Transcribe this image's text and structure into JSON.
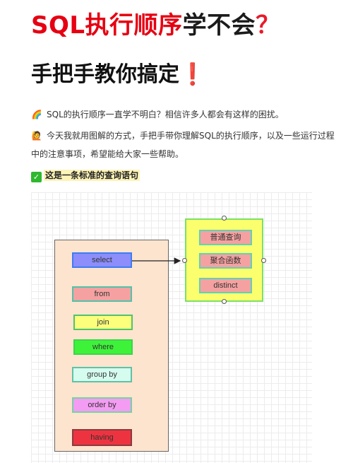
{
  "header": {
    "title_part1": "SQL执行顺序",
    "title_part2": "学不会",
    "title_part3": "？",
    "subtitle": "手把手教你搞定",
    "subtitle_mark": "❗"
  },
  "intro": {
    "line1_emoji": "🌈",
    "line1": "SQL的执行顺序一直学不明白？相信许多人都会有这样的困扰。",
    "line2_emoji": "🙋",
    "line2": "今天我就用图解的方式，手把手带你理解SQL的执行顺序，以及一些运行过程中的注意事项，希望能给大家一些帮助。"
  },
  "section": {
    "check_icon": "✓",
    "label": "这是一条标准的查询语句"
  },
  "diagram": {
    "clauses": [
      {
        "label": "select",
        "fill": "#8d8dfb",
        "border": "#3c7df2"
      },
      {
        "label": "from",
        "fill": "#f5a1a1",
        "border": "#4fc4a8"
      },
      {
        "label": "join",
        "fill": "#fbff7c",
        "border": "#4fc46a"
      },
      {
        "label": "where",
        "fill": "#3ef23a",
        "border": "#3ad64a"
      },
      {
        "label": "group by",
        "fill": "#d6fcef",
        "border": "#5fc2a6"
      },
      {
        "label": "order by",
        "fill": "#f49cf3",
        "border": "#77d2a2"
      },
      {
        "label": "having",
        "fill": "#ee3340",
        "border": "#8a3b3f"
      }
    ],
    "select_items": [
      {
        "label": "普通查询",
        "fill": "#f5a1a1",
        "border": "#5fd3b2"
      },
      {
        "label": "聚合函数",
        "fill": "#f5a1a1",
        "border": "#5fd3b2"
      },
      {
        "label": "distinct",
        "fill": "#f5a1a1",
        "border": "#5fd3b2"
      }
    ]
  }
}
